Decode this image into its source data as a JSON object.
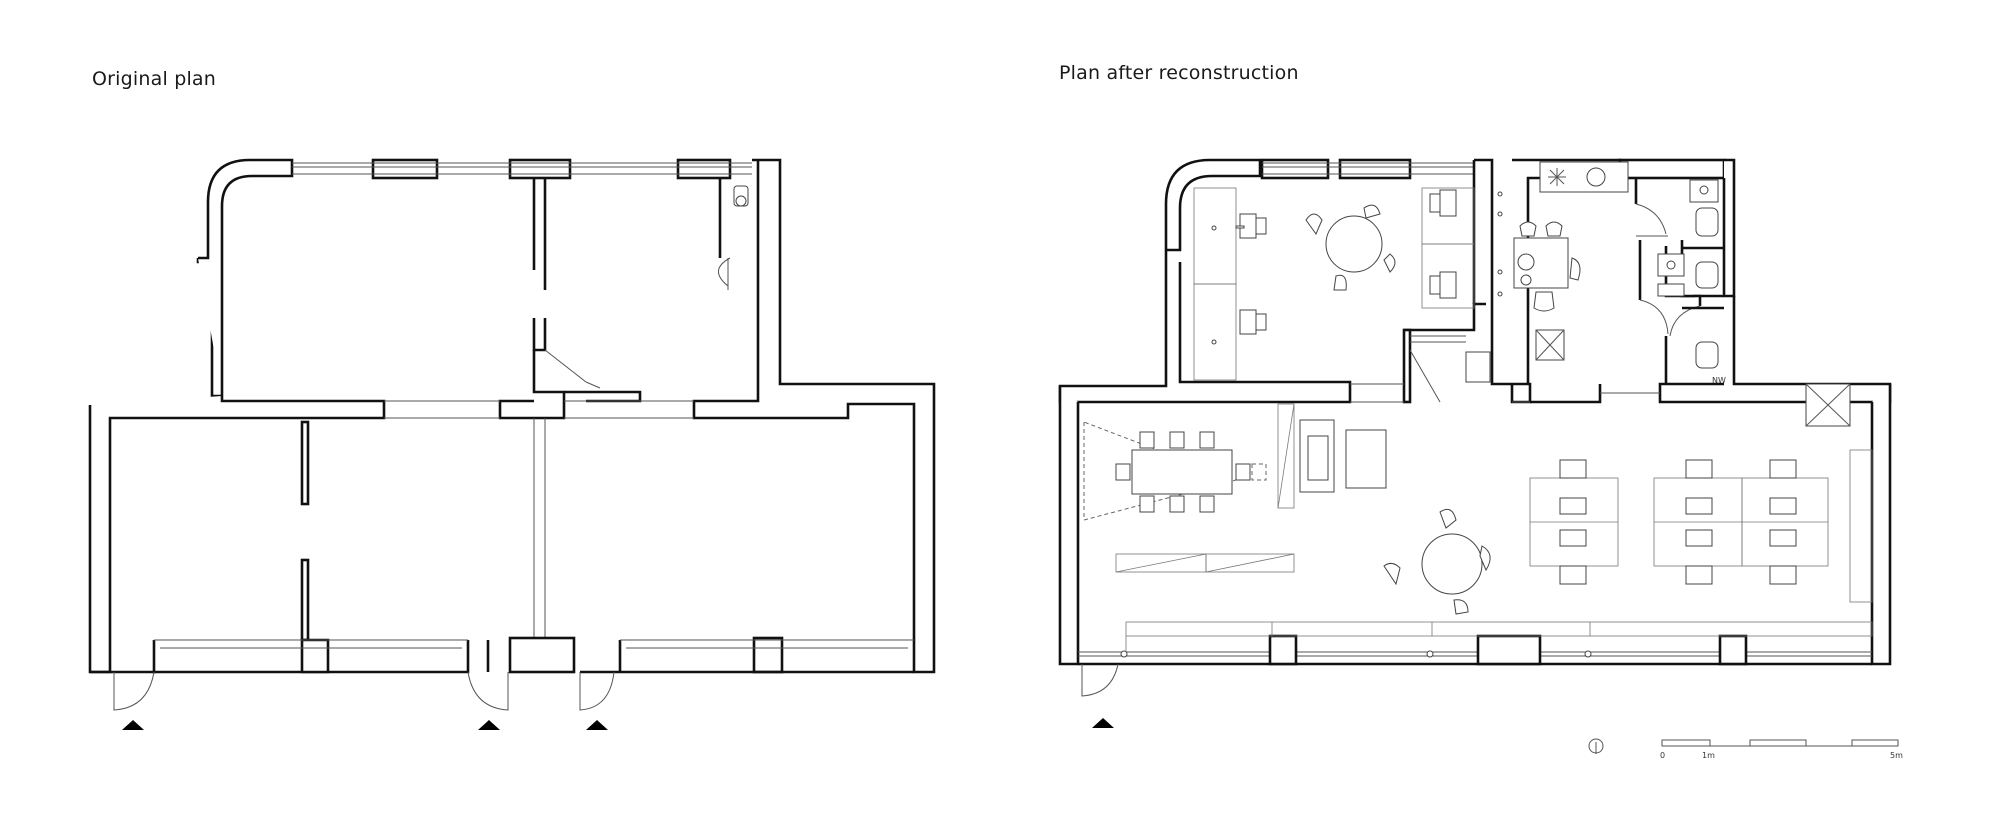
{
  "titles": {
    "original": "Original plan",
    "reconstruction": "Plan after reconstruction"
  },
  "scale_bar": {
    "labels": [
      "0",
      "1m",
      "5m"
    ]
  },
  "plan_after": {
    "small_label": "NW"
  }
}
